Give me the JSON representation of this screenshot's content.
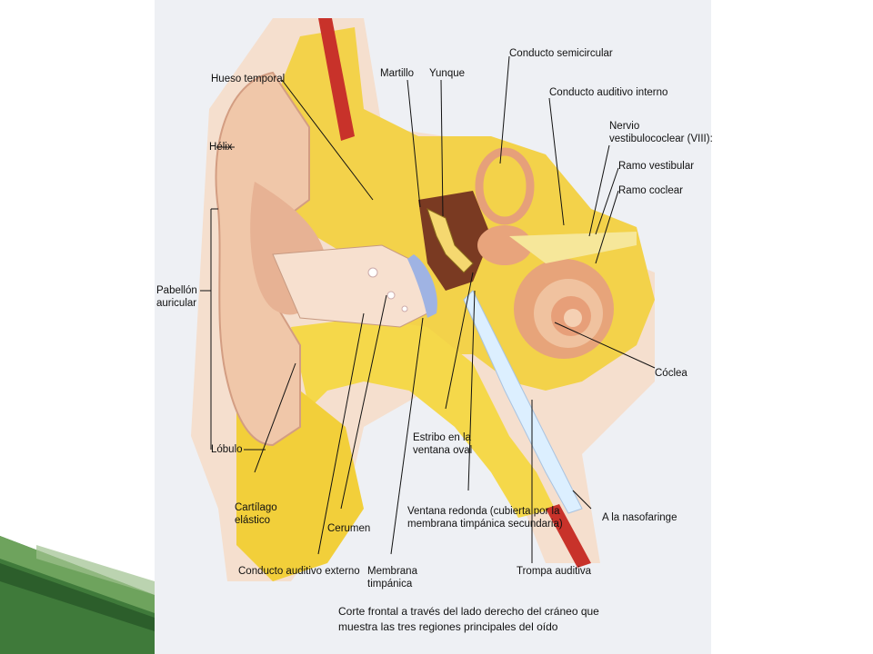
{
  "figure": {
    "caption": "Corte frontal a través del lado derecho del cráneo que\nmuestra las tres regiones principales del oído"
  },
  "labels": {
    "hueso_temporal": "Hueso temporal",
    "martillo": "Martillo",
    "yunque": "Yunque",
    "conducto_semicircular": "Conducto semicircular",
    "conducto_auditivo_interno": "Conducto auditivo interno",
    "nervio": "Nervio\nvestibulococlear (VIII):",
    "ramo_vestibular": "Ramo vestibular",
    "ramo_coclear": "Ramo coclear",
    "helix": "Hélix",
    "pabellon": "Pabellón\nauricular",
    "lobulo": "Lóbulo",
    "coclea": "Cóclea",
    "estribo": "Estribo en la\nventana oval",
    "ventana_redonda": "Ventana redonda (cubierta por la\nmembrana timpánica secundaria)",
    "nasofaringe": "A la nasofaringe",
    "cartilago": "Cartílago\nelástico",
    "cerumen": "Cerumen",
    "conducto_externo": "Conducto auditivo externo",
    "membrana": "Membrana\ntimpánica",
    "trompa": "Trompa auditiva"
  }
}
